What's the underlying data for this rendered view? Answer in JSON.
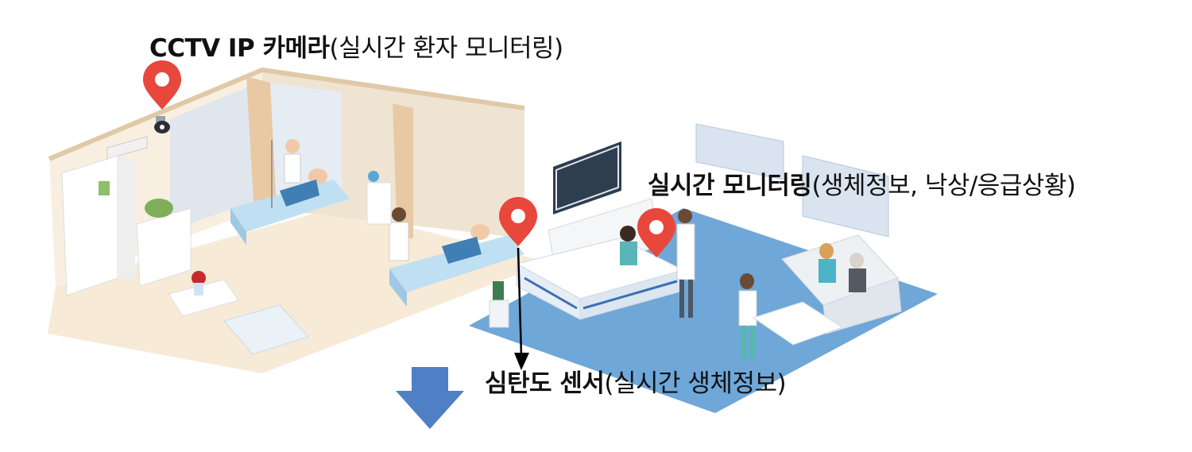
{
  "labels": {
    "cctv": {
      "bold": "CCTV IP 카메라",
      "normal": "(실시간 환자 모니터링)"
    },
    "monitoring": {
      "bold": "실시간 모니터링",
      "normal": "(생체정보, 낙상/응급상황)"
    },
    "sensor": {
      "bold": "심탄도 센서",
      "normal": "(실시간 생체정보)"
    }
  },
  "colors": {
    "pin": "#e8473c",
    "flow_arrow": "#4f7fc4",
    "ward_floor": "#f7ead7",
    "lounge_floor": "#6fa7d8",
    "bed": "#bfe0f2"
  },
  "icons": [
    "location-pin-icon",
    "location-pin-icon",
    "location-pin-icon",
    "down-arrow-icon"
  ]
}
